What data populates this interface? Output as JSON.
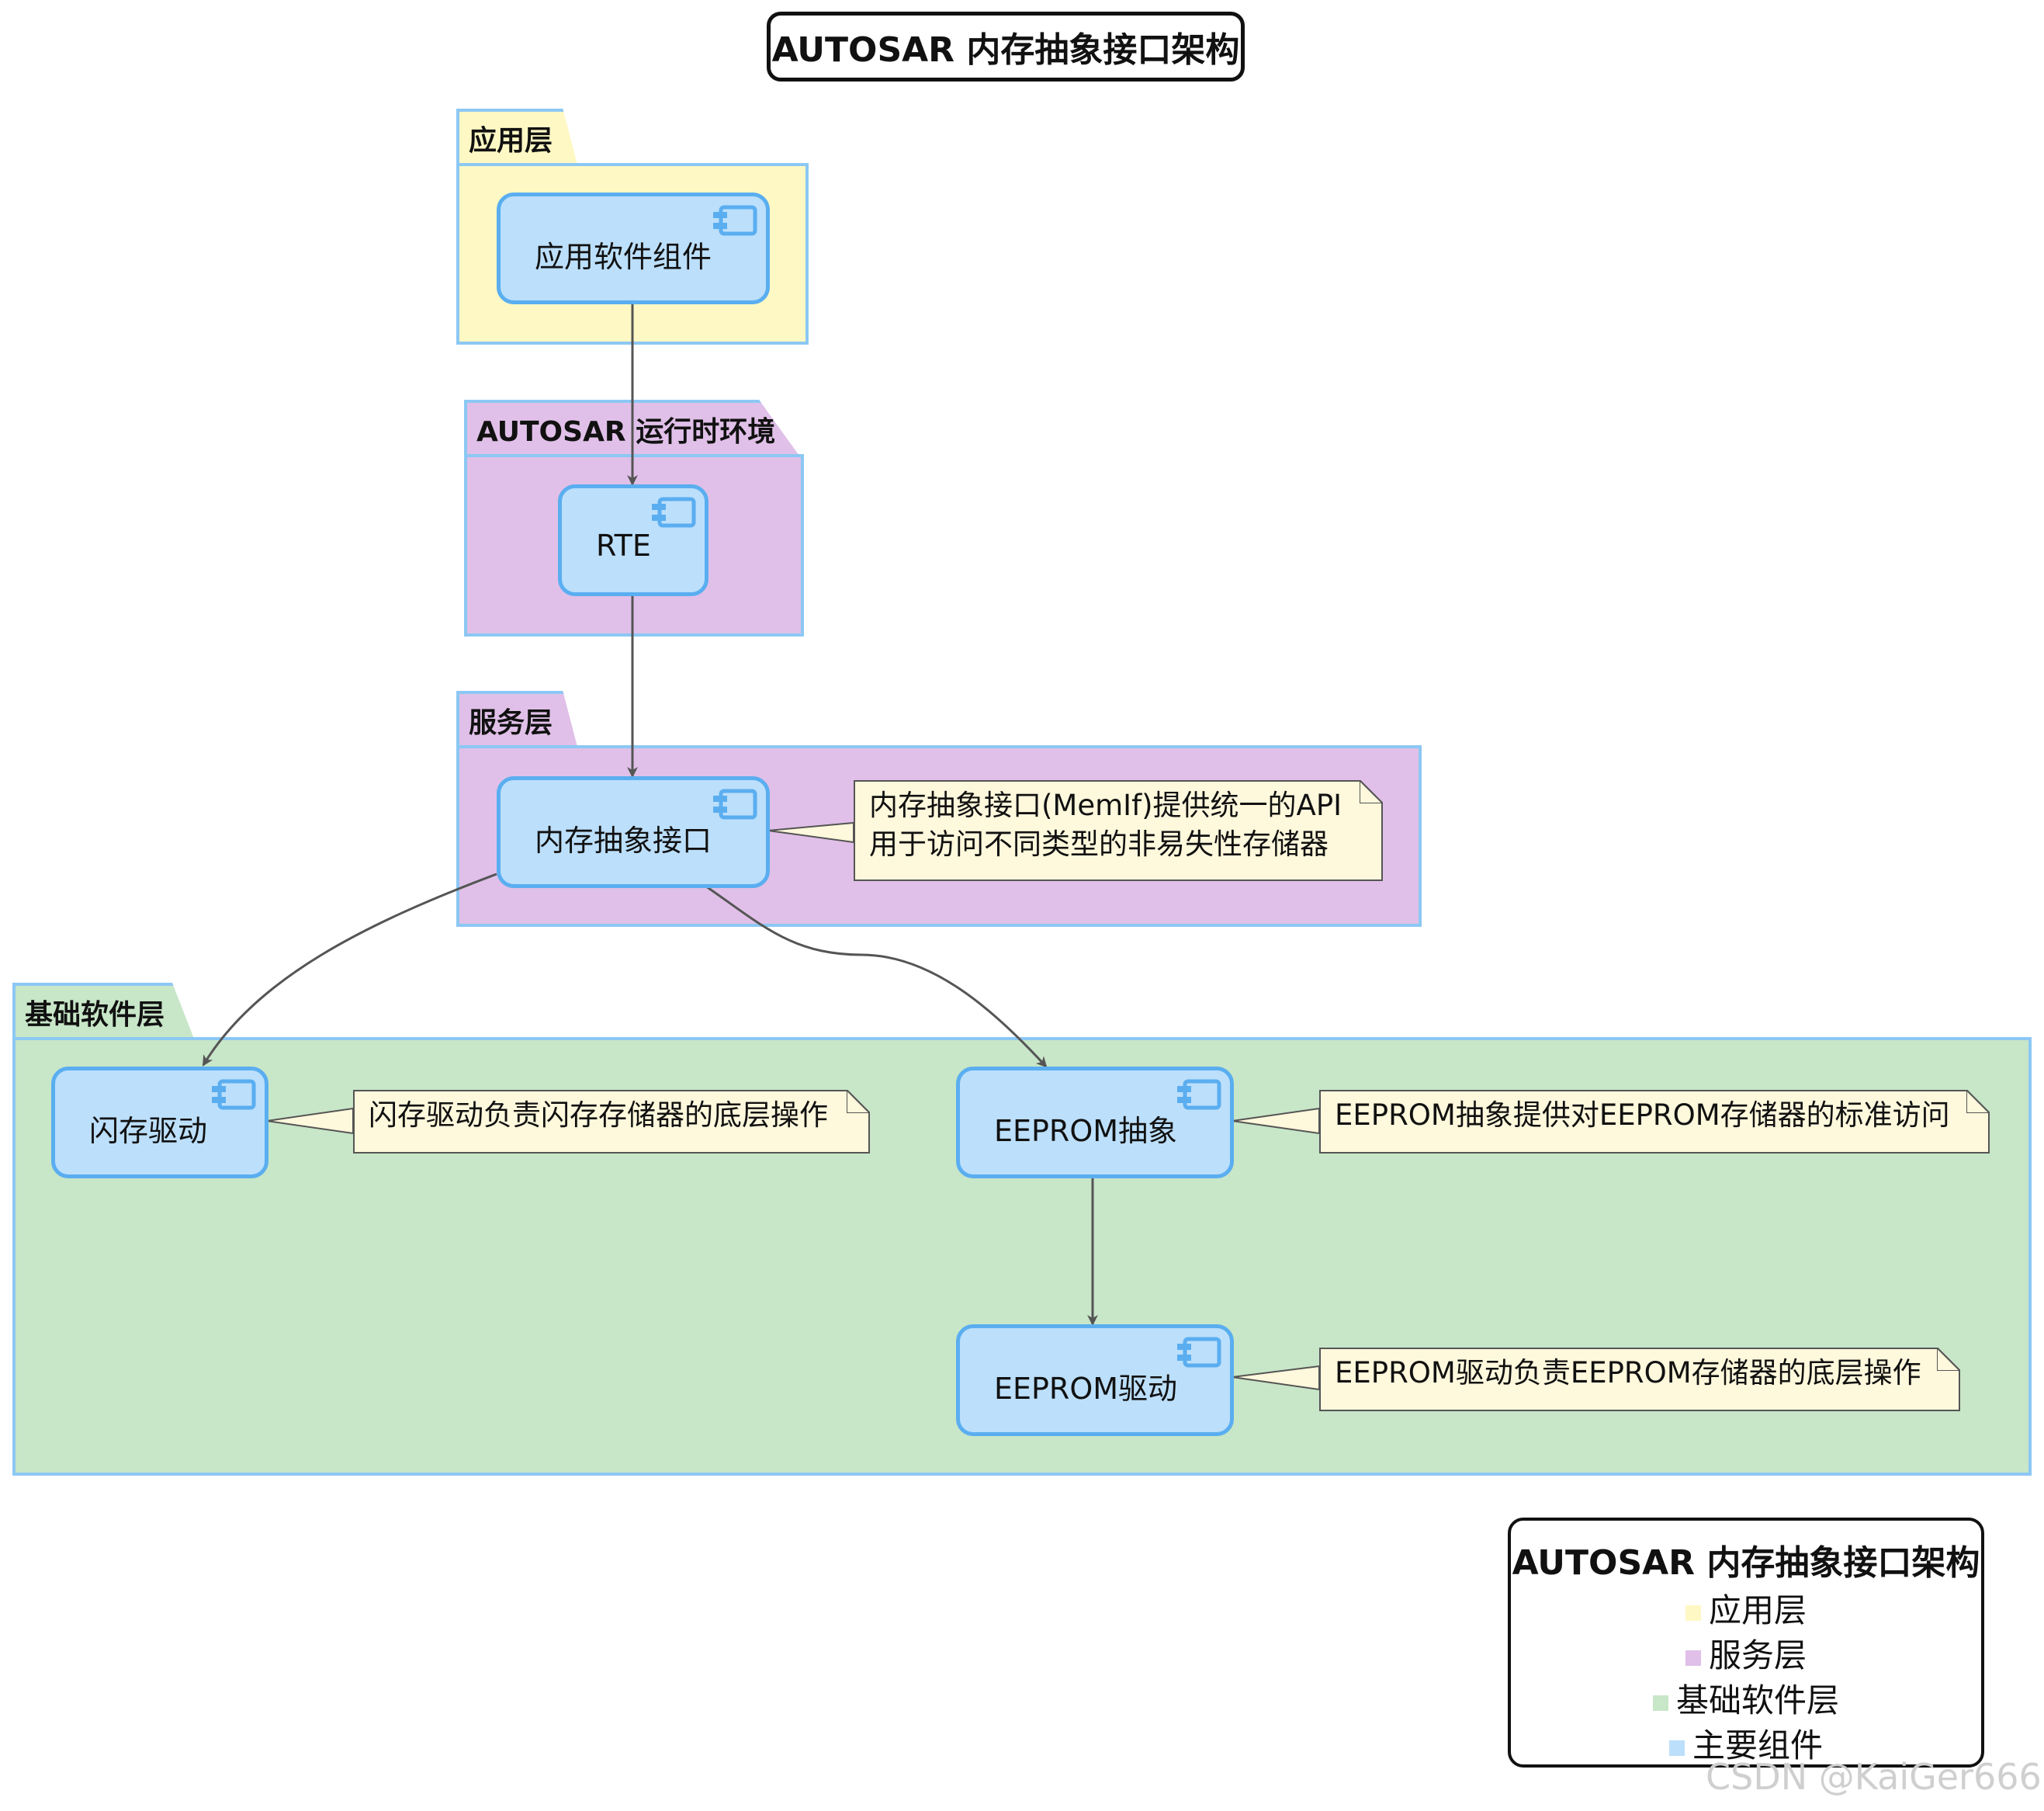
{
  "title": "AUTOSAR 内存抽象接口架构",
  "packages": {
    "app": {
      "label": "应用层"
    },
    "rte": {
      "label": "AUTOSAR 运行时环境"
    },
    "service": {
      "label": "服务层"
    },
    "bsw": {
      "label": "基础软件层"
    }
  },
  "components": {
    "app_sw": "应用软件组件",
    "rte": "RTE",
    "memif": "内存抽象接口",
    "flash_drv": "闪存驱动",
    "eeprom_abs": "EEPROM抽象",
    "eeprom_drv": "EEPROM驱动"
  },
  "notes": {
    "memif_line1": "内存抽象接口(MemIf)提供统一的API",
    "memif_line2": "用于访问不同类型的非易失性存储器",
    "flash": "闪存驱动负责闪存存储器的底层操作",
    "eeprom_abs": "EEPROM抽象提供对EEPROM存储器的标准访问",
    "eeprom_drv": "EEPROM驱动负责EEPROM存储器的底层操作"
  },
  "legend": {
    "title": "AUTOSAR 内存抽象接口架构",
    "items": [
      {
        "label": "应用层",
        "color": "#fef8c4"
      },
      {
        "label": "服务层",
        "color": "#e0c0e8"
      },
      {
        "label": "基础软件层",
        "color": "#c8e6c8"
      },
      {
        "label": "主要组件",
        "color": "#bcdffb"
      }
    ]
  },
  "colors": {
    "component_fill": "#bcdffb",
    "component_border": "#5aaef0",
    "package_border": "#8cc8f4",
    "arrow": "#555555",
    "note_fill": "#fef8dc"
  },
  "watermark": "CSDN @KaiGer666"
}
